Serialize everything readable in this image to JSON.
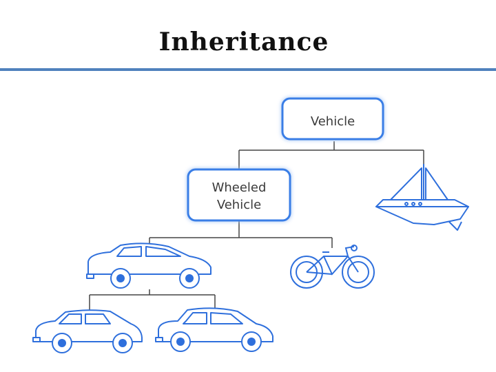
{
  "slide": {
    "title": "Inheritance"
  },
  "colors": {
    "rule": "#4f81bd",
    "box_border": "#3a7ee6",
    "box_glow": "#a9c8f5",
    "box_fill": "#ffffff",
    "drawing": "#2e6fdc",
    "drawing_fill": "#ffffff",
    "connector": "#444444"
  },
  "diagram": {
    "nodes": [
      {
        "id": "vehicle",
        "label_lines": [
          "Vehicle"
        ]
      },
      {
        "id": "wheeled-vehicle",
        "label_lines": [
          "Wheeled",
          "Vehicle"
        ]
      },
      {
        "id": "sailboat",
        "icon": "sailboat-icon"
      },
      {
        "id": "sedan",
        "icon": "sedan-car-icon"
      },
      {
        "id": "bicycle",
        "icon": "bicycle-icon"
      },
      {
        "id": "hatchback",
        "icon": "hatchback-car-icon"
      },
      {
        "id": "sedan-small",
        "icon": "small-sedan-car-icon"
      }
    ],
    "edges": [
      [
        "vehicle",
        "wheeled-vehicle"
      ],
      [
        "vehicle",
        "sailboat"
      ],
      [
        "wheeled-vehicle",
        "sedan"
      ],
      [
        "wheeled-vehicle",
        "bicycle"
      ],
      [
        "sedan",
        "hatchback"
      ],
      [
        "sedan",
        "sedan-small"
      ]
    ]
  }
}
